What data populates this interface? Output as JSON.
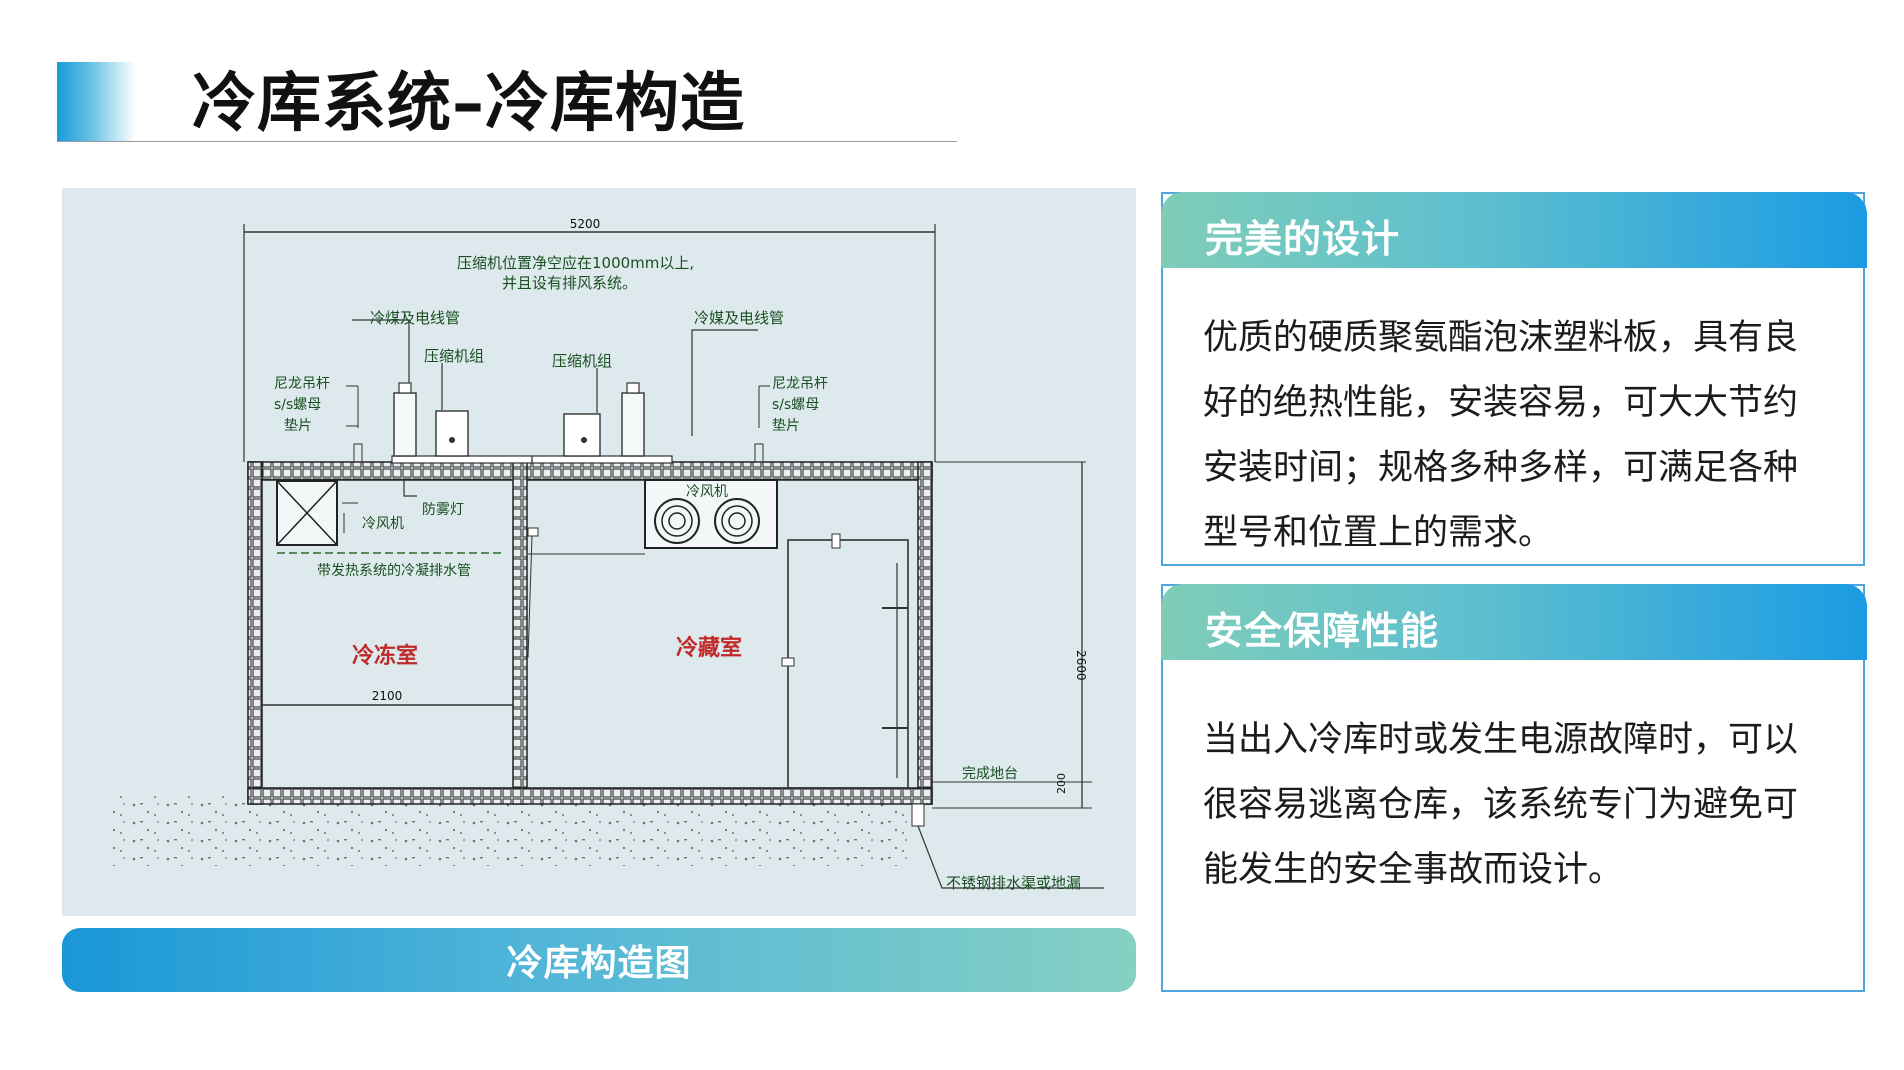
{
  "header": {
    "title": "冷库系统–冷库构造"
  },
  "diagram": {
    "width_label": "5200",
    "note_line1": "压缩机位置净空应在1000mm以上,",
    "note_line2": "并且设有排风系统。",
    "pipe_left": "冷煤及电线管",
    "pipe_right": "冷媒及电线管",
    "compressor_left": "压缩机组",
    "compressor_right": "压缩机组",
    "hanger_left": [
      "尼龙吊杆",
      "s/s螺母",
      "垫片"
    ],
    "hanger_right": [
      "尼龙吊杆",
      "s/s螺母",
      "垫片"
    ],
    "air_cooler_label_left": "冷风机",
    "air_cooler_label_right": "冷风机",
    "lamp_label": "防雾灯",
    "drain_pipe_label": "带发热系统的冷凝排水管",
    "freezer_room": "冷冻室",
    "cold_storage_room": "冷藏室",
    "freezer_width": "2100",
    "height_label": "2600",
    "base_label": "完成地台",
    "base_height": "200",
    "drain_label": "不锈钢排水渠或地漏"
  },
  "caption": "冷库构造图",
  "cards": [
    {
      "title": "完美的设计",
      "body": "优质的硬质聚氨酯泡沫塑料板，具有良好的绝热性能，安装容易，可大大节约安装时间；规格多种多样，可满足各种型号和位置上的需求。"
    },
    {
      "title": "安全保障性能",
      "body": "当出入冷库时或发生电源故障时，可以很容易逃离仓库，该系统专门为避免可能发生的安全事故而设计。"
    }
  ],
  "colors": {
    "accent_blue": "#1a97d7",
    "accent_teal": "#86d0c3",
    "diagram_bg": "#dde9ec",
    "label_green": "#2e6b2a",
    "label_red": "#c02a2a"
  }
}
